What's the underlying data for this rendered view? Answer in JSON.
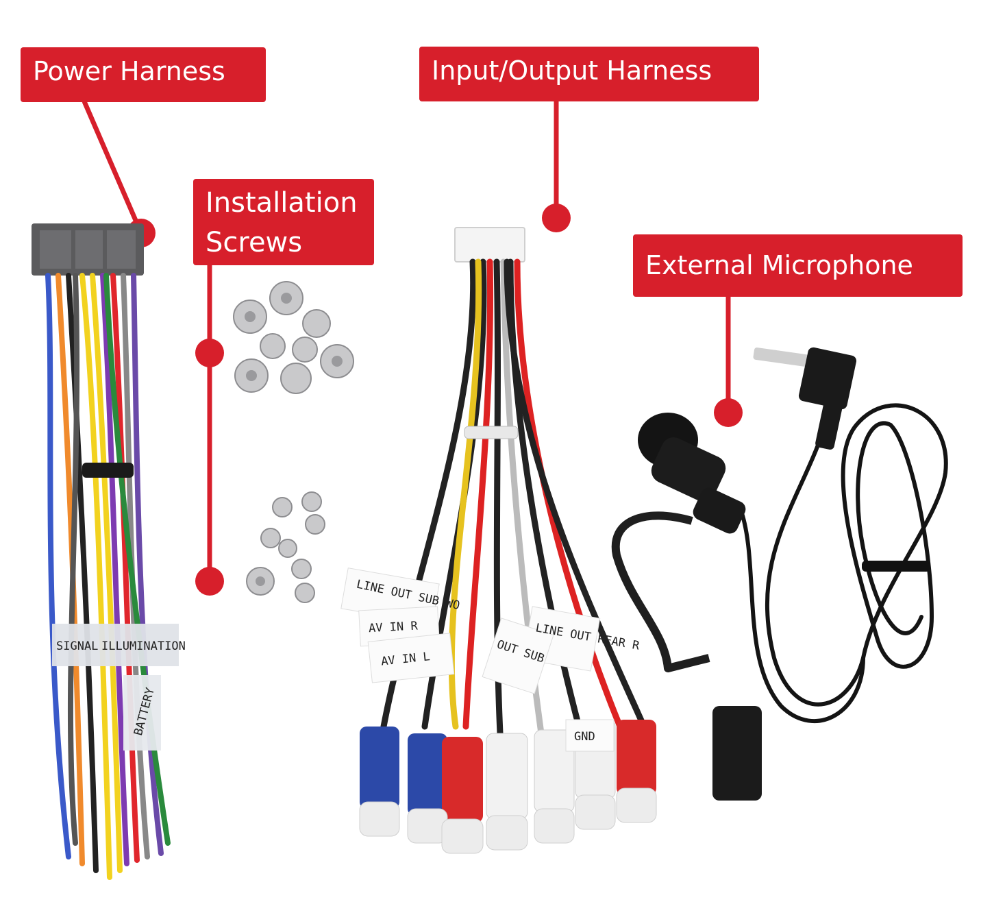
{
  "labels": {
    "power_harness": "Power Harness",
    "installation_screws": "Installation\nScrews",
    "io_harness": "Input/Output Harness",
    "external_microphone": "External Microphone"
  },
  "wire_tags": {
    "power": [
      "SIGNAL",
      "ILLUMINATION",
      "BATTERY"
    ],
    "io": [
      "LINE OUT SUB WO",
      "AV IN R",
      "AV IN L",
      "LINE OUT REAR R",
      "OUT SUB",
      "GND"
    ]
  },
  "colors": {
    "label_bg": "#d71f2b",
    "label_text": "#ffffff",
    "background": "#ffffff"
  }
}
